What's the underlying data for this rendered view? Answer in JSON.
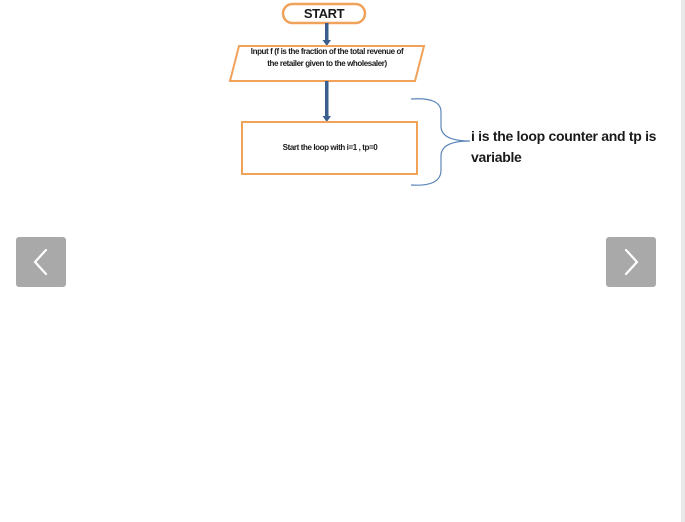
{
  "flowchart": {
    "start": "START",
    "input": "Input f (f is the fraction of the total revenue of the retailer given to the wholesaler)",
    "loop_start": "Start the loop with i=1 , tp=0",
    "note": "i is the loop counter and tp is variable"
  },
  "navigation": {
    "prev_icon": "chevron-left-icon",
    "next_icon": "chevron-right-icon"
  },
  "colors": {
    "shape_border": "#f0a15a",
    "arrow": "#3a5f8f",
    "brace": "#5b86b8",
    "nav_button": "#a9a9a9",
    "nav_chevron": "#ffffff"
  }
}
